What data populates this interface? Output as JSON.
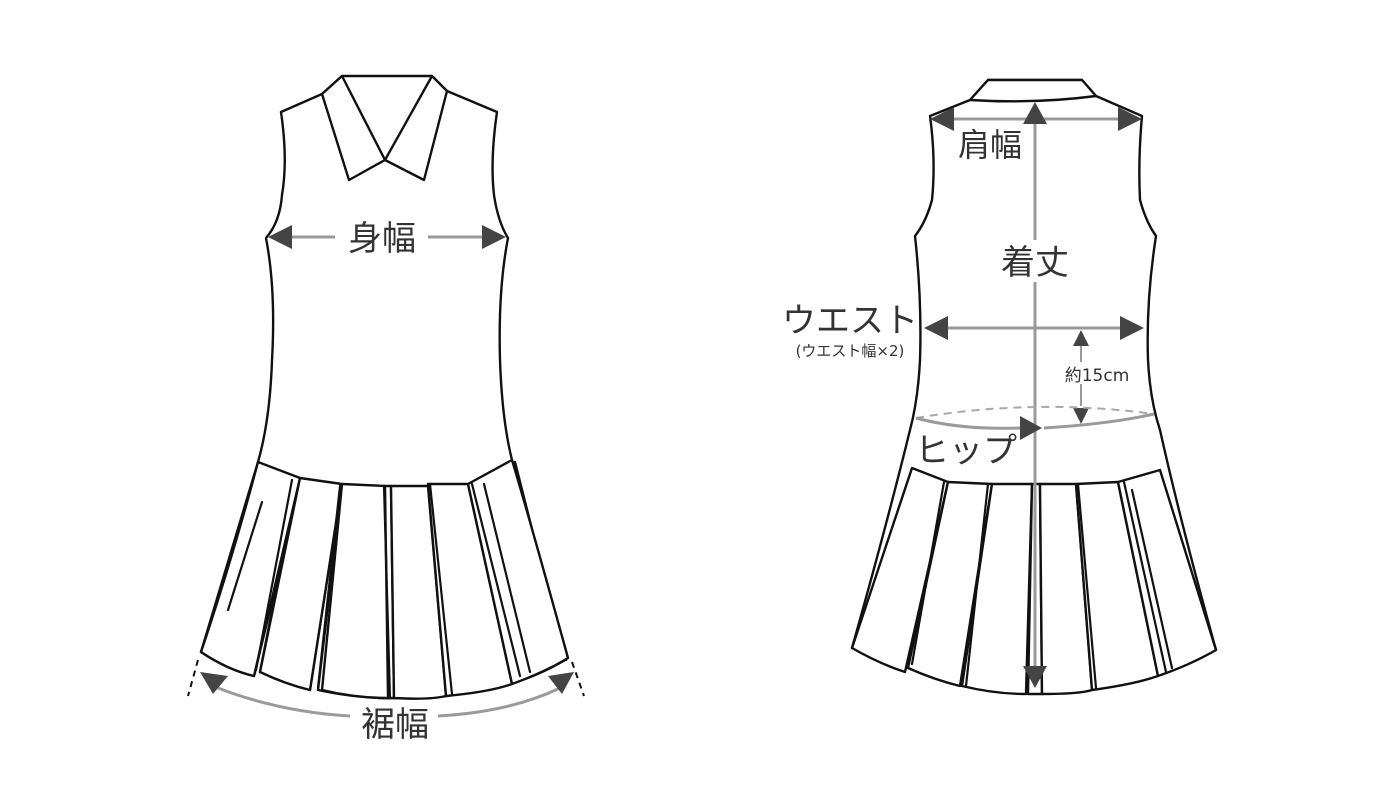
{
  "front_view": {
    "labels": {
      "body_width": "身幅",
      "hem_width": "裾幅"
    }
  },
  "back_view": {
    "labels": {
      "shoulder_width": "肩幅",
      "length": "着丈",
      "waist": "ウエスト",
      "waist_note": "(ウエスト幅×2)",
      "waist_to_hip": "約15cm",
      "hip": "ヒップ"
    }
  },
  "colors": {
    "outline": "#111111",
    "dimension_line": "#9a9a9a",
    "arrow": "#444444",
    "label": "#333333"
  }
}
